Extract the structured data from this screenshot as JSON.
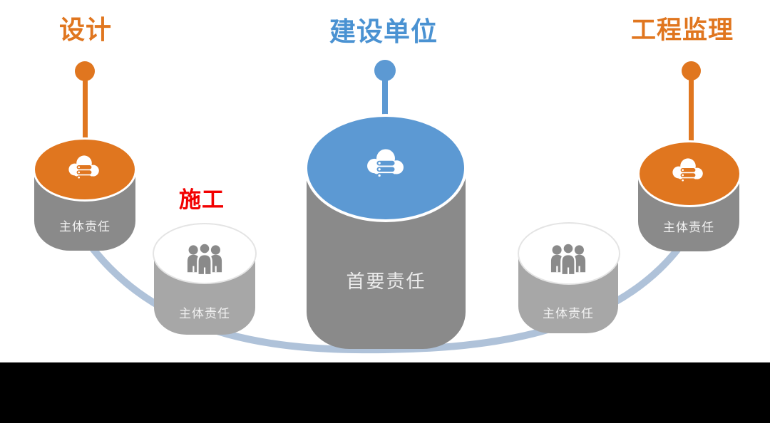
{
  "titles": {
    "design": "设计",
    "construction_unit": "建设单位",
    "supervision": "工程监理",
    "construction": "施工"
  },
  "cylinders": {
    "design": {
      "label": "主体责任",
      "icon": "cloud-server-icon",
      "top_color": "#E0761F",
      "body_color": "#8A8A8A"
    },
    "construction": {
      "label": "主体责任",
      "icon": "people-group-icon",
      "top_color": "#FFFFFF",
      "body_color": "#A7A7A7"
    },
    "construction_unit": {
      "label": "首要责任",
      "icon": "cloud-server-icon",
      "top_color": "#5C99D3",
      "body_color": "#8A8A8A"
    },
    "supervision_team": {
      "label": "主体责任",
      "icon": "people-group-icon",
      "top_color": "#FFFFFF",
      "body_color": "#A7A7A7"
    },
    "supervision": {
      "label": "主体责任",
      "icon": "cloud-server-icon",
      "top_color": "#E0761F",
      "body_color": "#8A8A8A"
    }
  },
  "colors": {
    "orange": "#E0761F",
    "blue": "#5C99D3",
    "title_blue": "#4A92D2",
    "red": "#F20000",
    "dark_gray": "#8A8A8A",
    "light_gray": "#A7A7A7",
    "icon_gray": "#8A8A8A",
    "connector": "#AFC2D9",
    "label_text": "#F2F2F2",
    "background": "#FFFFFF",
    "bottom_bar": "#000000"
  }
}
